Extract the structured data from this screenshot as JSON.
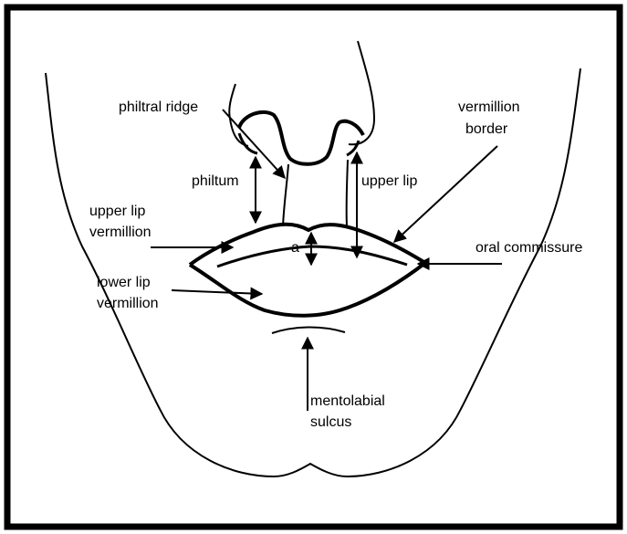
{
  "labels": {
    "philtral_ridge": "philtral ridge",
    "vermillion_border_line1": "vermillion",
    "vermillion_border_line2": "border",
    "philtrum": "philtum",
    "upper_lip": "upper lip",
    "upper_lip_vermillion_line1": "upper lip",
    "upper_lip_vermillion_line2": "vermillion",
    "a": "a",
    "oral_commissure": "oral commissure",
    "lower_lip_vermillion_line1": "lower lip",
    "lower_lip_vermillion_line2": "vermillion",
    "mentolabial_sulcus_line1": "mentolabial",
    "mentolabial_sulcus_line2": "sulcus"
  },
  "colors": {
    "frame": "#000000",
    "stroke": "#000000",
    "background": "#ffffff"
  }
}
